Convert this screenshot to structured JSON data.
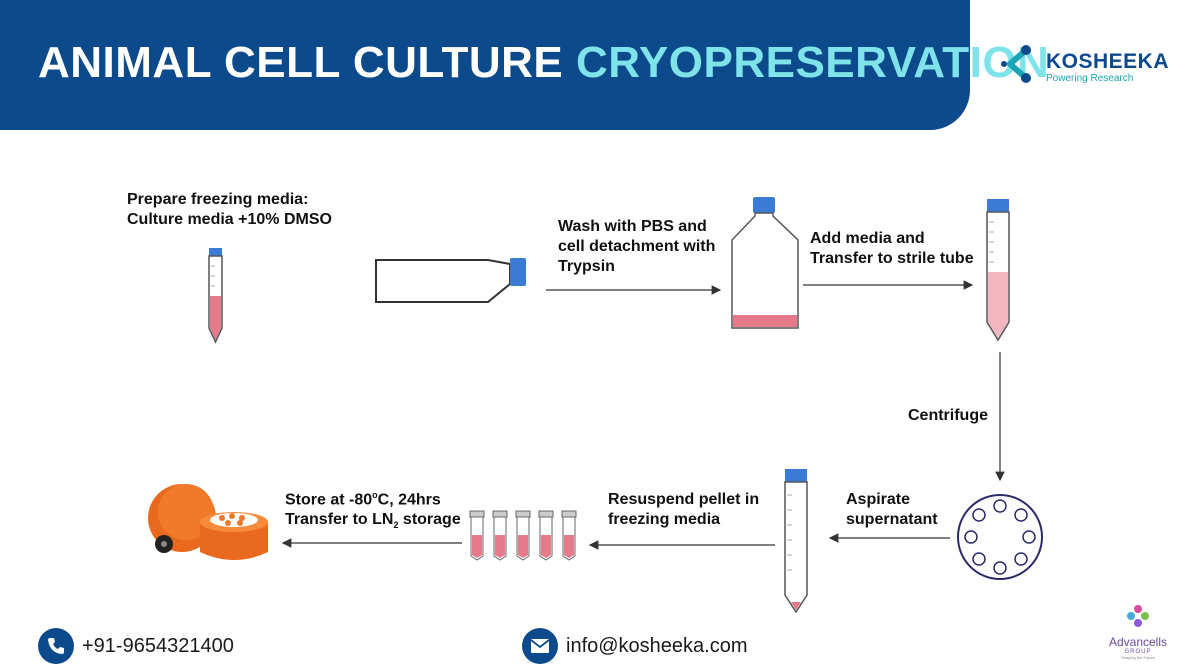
{
  "header": {
    "title_main": "ANIMAL CELL CULTURE ",
    "title_highlight": "CRYOPRESERVATION"
  },
  "logo": {
    "name": "KOSHEEKA",
    "tagline": "Powering Research"
  },
  "steps": {
    "prepare_line1": "Prepare freezing media:",
    "prepare_line2": "Culture media +10% DMSO",
    "wash_line1": "Wash with PBS and",
    "wash_line2": "cell detachment with",
    "wash_line3": "Trypsin",
    "add_line1": "Add media and",
    "add_line2": "Transfer to strile tube",
    "centrifuge": "Centrifuge",
    "aspirate_line1": "Aspirate",
    "aspirate_line2": "supernatant",
    "resuspend_line1": "Resuspend pellet in",
    "resuspend_line2": "freezing media",
    "store_line1_a": "Store at -80",
    "store_line1_sup": "o",
    "store_line1_b": "C, 24hrs",
    "store_line2_a": "Transfer to LN",
    "store_line2_sub": "2",
    "store_line2_b": " storage"
  },
  "footer": {
    "phone": "+91-9654321400",
    "email": "info@kosheeka.com"
  },
  "partner": {
    "name": "Advancells",
    "group": "GROUP",
    "tagline": "Shaping the Future"
  },
  "colors": {
    "header_bg": "#0d4a8c",
    "highlight": "#7fe3ea",
    "cap_blue": "#3a7bd5",
    "liquid_pink": "#e57a8a",
    "orange": "#f07a2a"
  }
}
